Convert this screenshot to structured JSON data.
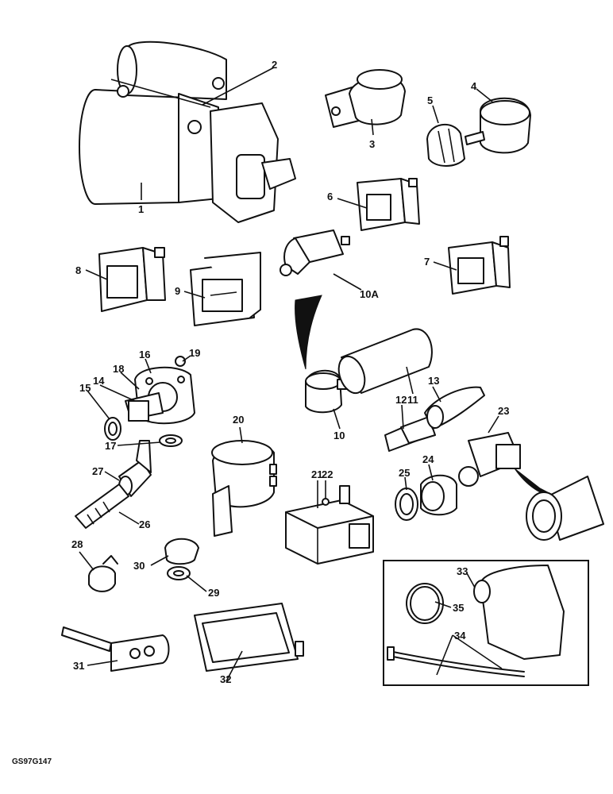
{
  "callouts": {
    "c1": "1",
    "c2": "2",
    "c3": "3",
    "c4": "4",
    "c5": "5",
    "c6": "6",
    "c7": "7",
    "c8": "8",
    "c9": "9",
    "c10a": "10A",
    "c10": "10",
    "c11": "11",
    "c12": "12",
    "c13": "13",
    "c14": "14",
    "c15": "15",
    "c16": "16",
    "c17": "17",
    "c18": "18",
    "c19": "19",
    "c20": "20",
    "c21": "21",
    "c22": "22",
    "c23": "23",
    "c24": "24",
    "c25": "25",
    "c26": "26",
    "c27": "27",
    "c28": "28",
    "c29": "29",
    "c30": "30",
    "c31": "31",
    "c32": "32",
    "c33": "33",
    "c34": "34",
    "c35": "35"
  },
  "drawing_reference": "GS97G147"
}
